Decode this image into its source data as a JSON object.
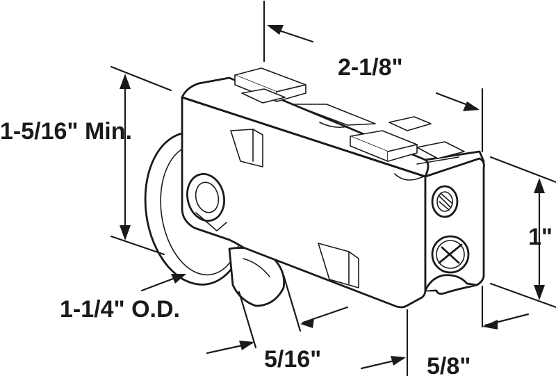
{
  "labels": {
    "length": "2-1/8\"",
    "height": "1-5/16\" Min.",
    "wheel_od": "1-1/4\" O.D.",
    "wheel_width": "5/16\"",
    "body_width": "5/8\"",
    "body_height": "1\""
  }
}
